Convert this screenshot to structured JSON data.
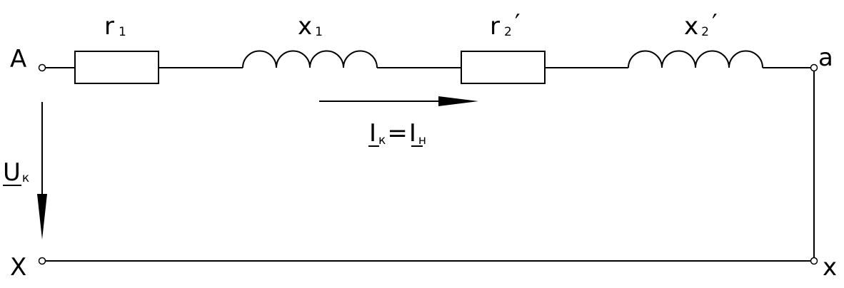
{
  "terminals": {
    "top_left": "A",
    "top_right": "a",
    "bottom_left": "X",
    "bottom_right": "x"
  },
  "components": {
    "r1": {
      "symbol": "r",
      "sub": "1",
      "prime": ""
    },
    "x1": {
      "symbol": "x",
      "sub": "1",
      "prime": ""
    },
    "r2": {
      "symbol": "r",
      "sub": "2",
      "prime": "′"
    },
    "x2": {
      "symbol": "x",
      "sub": "2",
      "prime": "′"
    }
  },
  "current": {
    "lhs": "I",
    "lhs_sub": "к",
    "eq": "=",
    "rhs": "I",
    "rhs_sub": "н"
  },
  "voltage": {
    "symbol": "U",
    "sub": "к"
  }
}
